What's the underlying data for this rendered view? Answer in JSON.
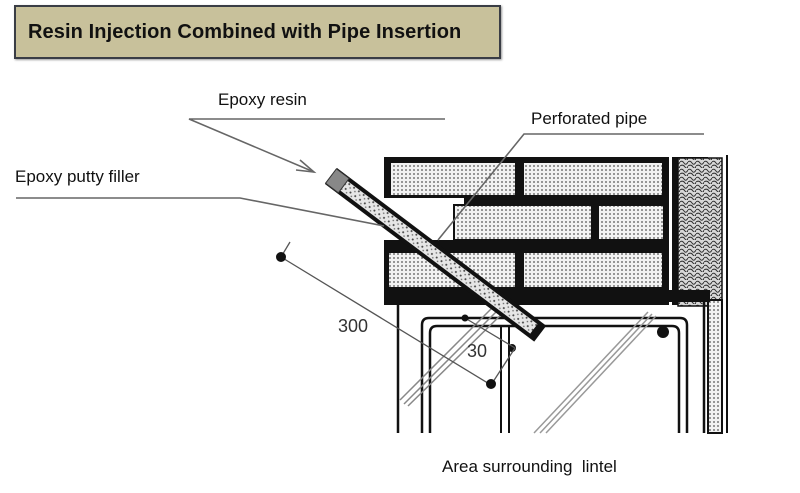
{
  "title": "Resin Injection Combined with Pipe Insertion",
  "labels": {
    "epoxy_resin": "Epoxy resin",
    "perforated_pipe": "Perforated pipe",
    "epoxy_putty_filler": "Epoxy putty filler",
    "area_surrounding_lintel": "Area surrounding  lintel"
  },
  "dimensions": {
    "spacing": "300",
    "cover": "30"
  },
  "colors": {
    "title_background": "#c8c19b",
    "title_border": "#3a3d45"
  }
}
